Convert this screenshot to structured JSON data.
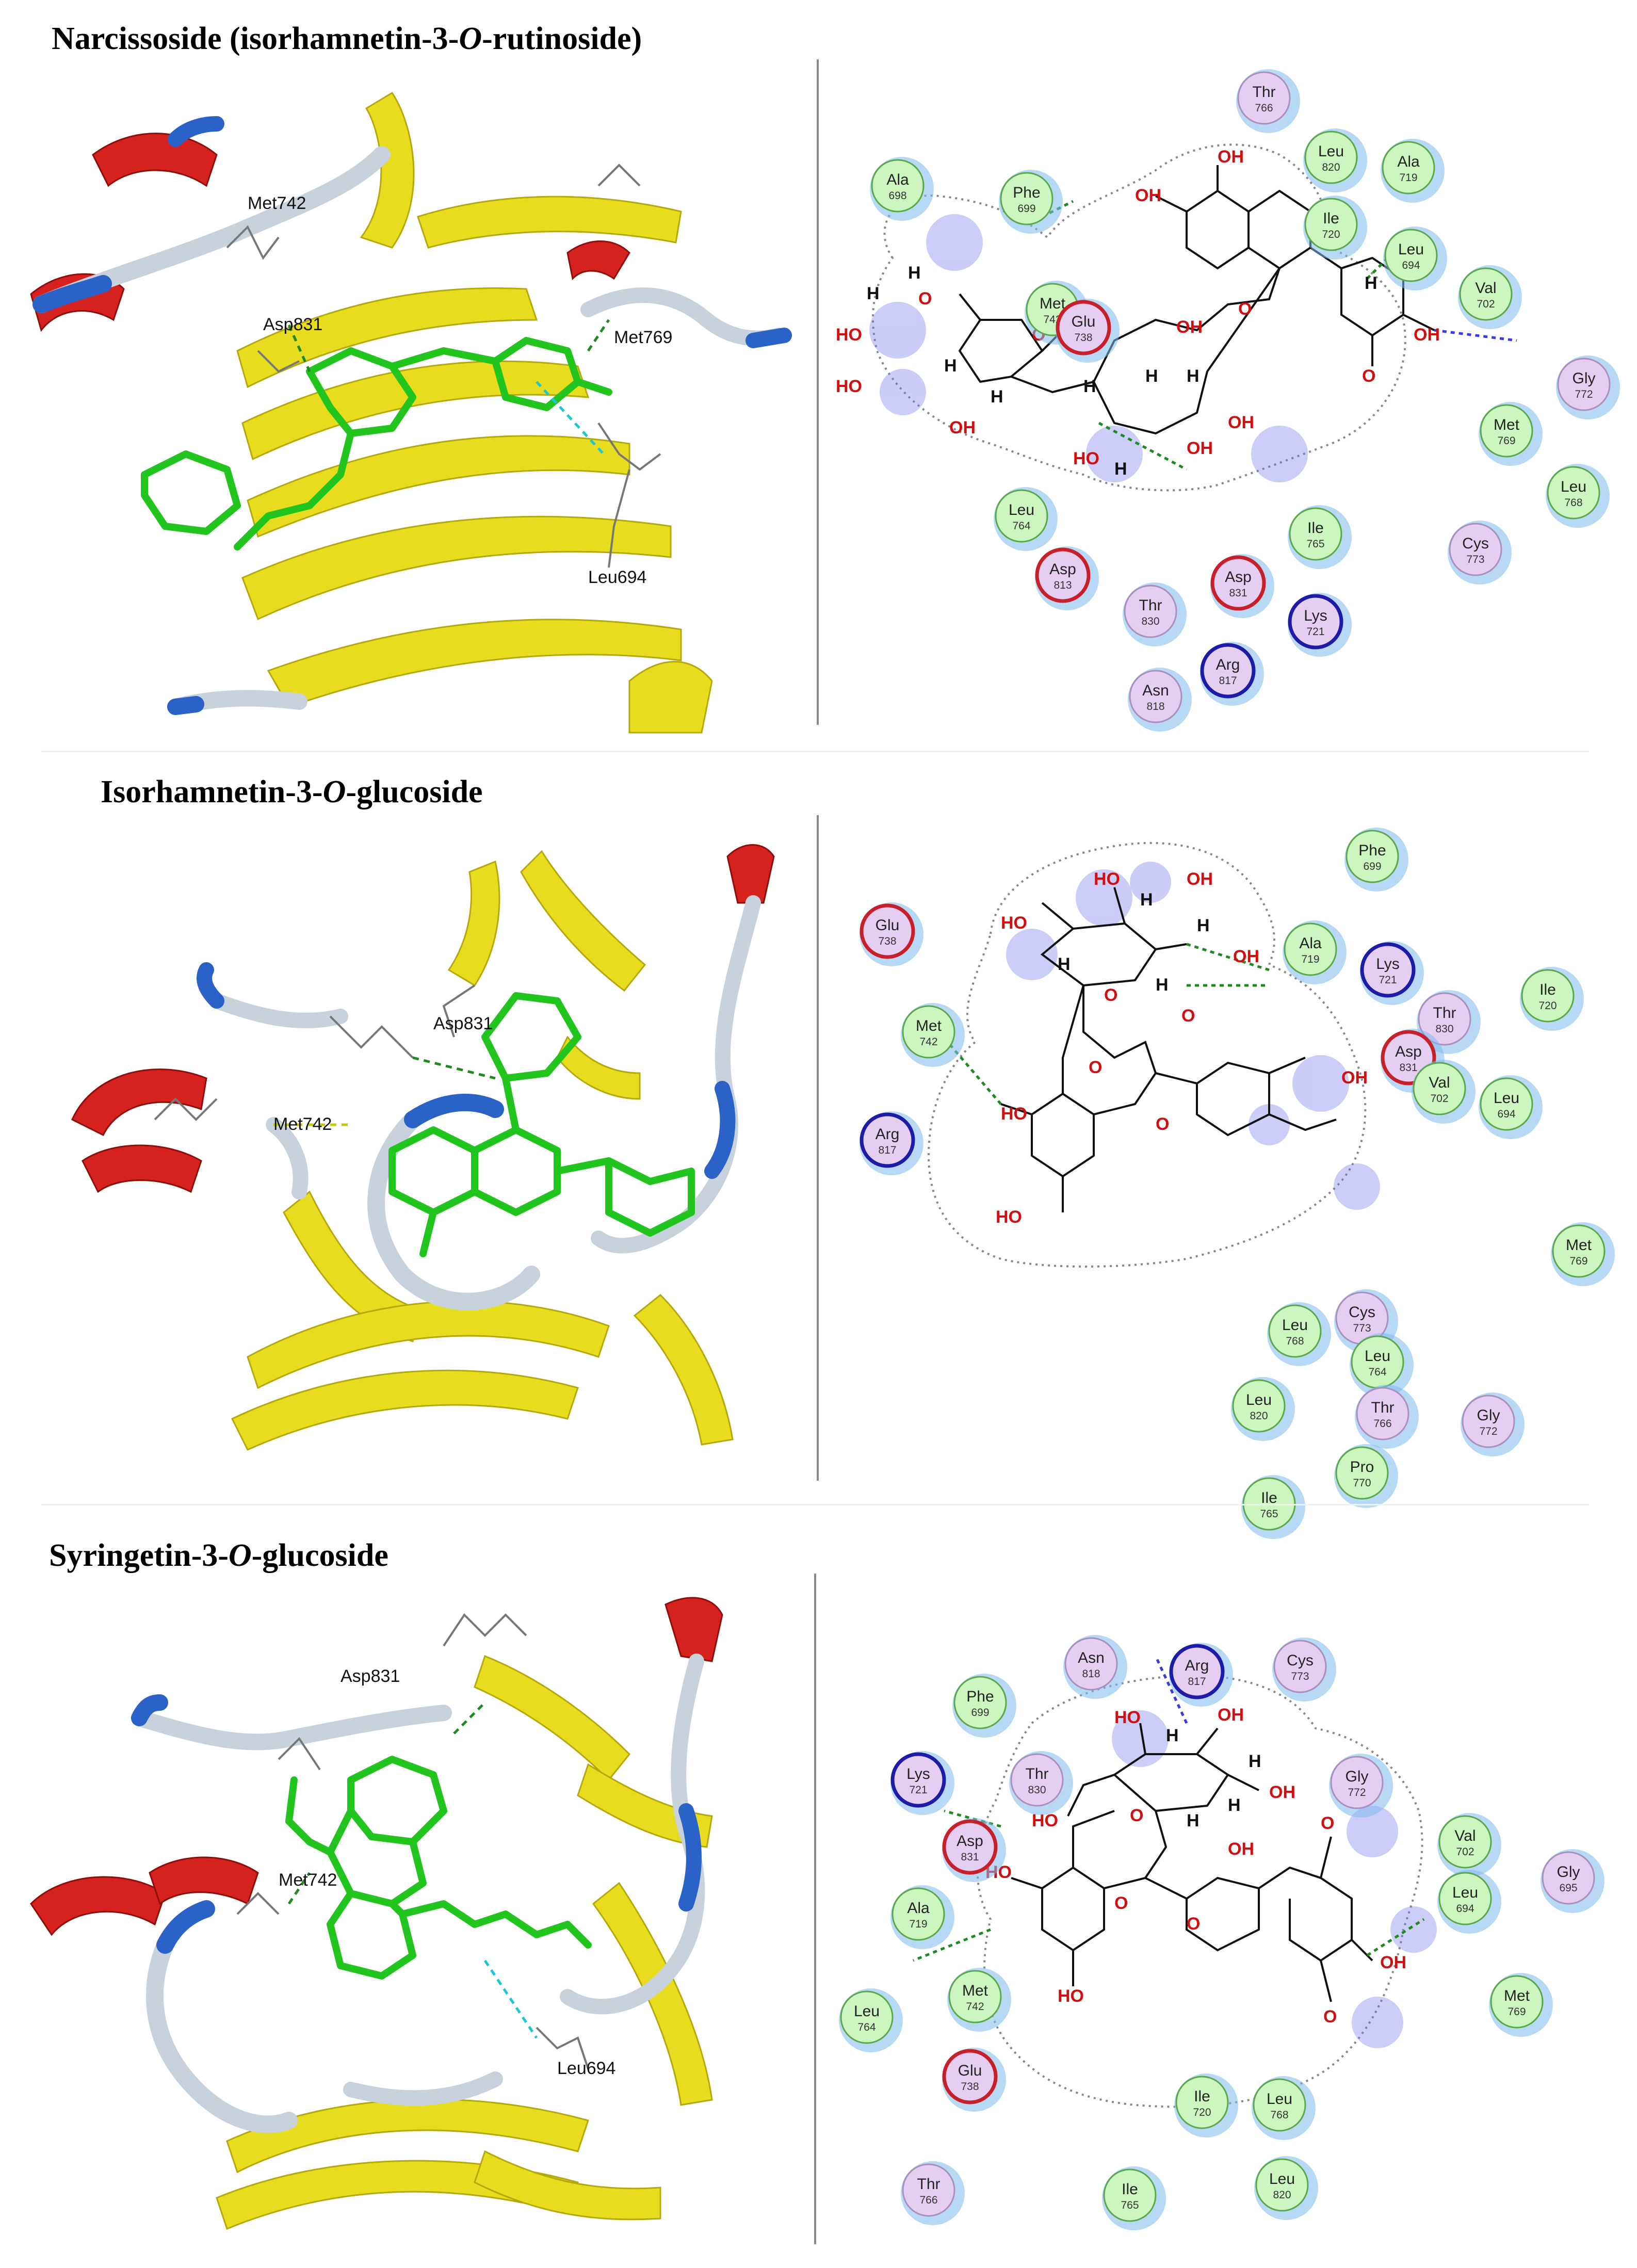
{
  "panels": [
    {
      "id": "narcissoside",
      "title_main": "Narcissoside (isorhamnetin-3-",
      "title_o": "O",
      "title_end": "-rutinoside)",
      "labels3d": [
        "Met742",
        "Asp831",
        "Met769",
        "Leu694"
      ],
      "residues": [
        {
          "name": "Thr",
          "num": "766",
          "type": "polar"
        },
        {
          "name": "Leu",
          "num": "820",
          "type": "hydrophobic"
        },
        {
          "name": "Ala",
          "num": "719",
          "type": "hydrophobic"
        },
        {
          "name": "Ala",
          "num": "698",
          "type": "hydrophobic"
        },
        {
          "name": "Phe",
          "num": "699",
          "type": "hydrophobic"
        },
        {
          "name": "Ile",
          "num": "720",
          "type": "hydrophobic"
        },
        {
          "name": "Leu",
          "num": "694",
          "type": "hydrophobic"
        },
        {
          "name": "Val",
          "num": "702",
          "type": "hydrophobic"
        },
        {
          "name": "Met",
          "num": "742",
          "type": "hydrophobic"
        },
        {
          "name": "Glu",
          "num": "738",
          "type": "negative"
        },
        {
          "name": "Gly",
          "num": "772",
          "type": "polar"
        },
        {
          "name": "Met",
          "num": "769",
          "type": "hydrophobic"
        },
        {
          "name": "Leu",
          "num": "768",
          "type": "hydrophobic"
        },
        {
          "name": "Leu",
          "num": "764",
          "type": "hydrophobic"
        },
        {
          "name": "Ile",
          "num": "765",
          "type": "hydrophobic"
        },
        {
          "name": "Cys",
          "num": "773",
          "type": "polar"
        },
        {
          "name": "Asp",
          "num": "813",
          "type": "negative"
        },
        {
          "name": "Asp",
          "num": "831",
          "type": "negative"
        },
        {
          "name": "Thr",
          "num": "830",
          "type": "polar"
        },
        {
          "name": "Lys",
          "num": "721",
          "type": "positive"
        },
        {
          "name": "Arg",
          "num": "817",
          "type": "positive"
        },
        {
          "name": "Asn",
          "num": "818",
          "type": "polar"
        }
      ],
      "atoms": [
        "OH",
        "O",
        "OH",
        "HO",
        "O",
        "H",
        "H",
        "HO",
        "H",
        "OH",
        "H",
        "HO",
        "H",
        "OH",
        "H",
        "O",
        "H",
        "O",
        "H",
        "H",
        "H",
        "OH",
        "O",
        "OH",
        "OH"
      ]
    },
    {
      "id": "isorhamnetin",
      "title_main": "Isorhamnetin-3-",
      "title_o": "O",
      "title_end": "-glucoside",
      "labels3d": [
        "Asp831",
        "Met742"
      ],
      "residues": [
        {
          "name": "Phe",
          "num": "699",
          "type": "hydrophobic"
        },
        {
          "name": "Glu",
          "num": "738",
          "type": "negative"
        },
        {
          "name": "Ala",
          "num": "719",
          "type": "hydrophobic"
        },
        {
          "name": "Lys",
          "num": "721",
          "type": "positive"
        },
        {
          "name": "Ile",
          "num": "720",
          "type": "hydrophobic"
        },
        {
          "name": "Thr",
          "num": "830",
          "type": "polar"
        },
        {
          "name": "Met",
          "num": "742",
          "type": "hydrophobic"
        },
        {
          "name": "Asp",
          "num": "831",
          "type": "negative"
        },
        {
          "name": "Val",
          "num": "702",
          "type": "hydrophobic"
        },
        {
          "name": "Leu",
          "num": "694",
          "type": "hydrophobic"
        },
        {
          "name": "Arg",
          "num": "817",
          "type": "positive"
        },
        {
          "name": "Met",
          "num": "769",
          "type": "hydrophobic"
        },
        {
          "name": "Cys",
          "num": "773",
          "type": "polar"
        },
        {
          "name": "Leu",
          "num": "768",
          "type": "hydrophobic"
        },
        {
          "name": "Leu",
          "num": "764",
          "type": "hydrophobic"
        },
        {
          "name": "Leu",
          "num": "820",
          "type": "hydrophobic"
        },
        {
          "name": "Thr",
          "num": "766",
          "type": "polar"
        },
        {
          "name": "Gly",
          "num": "772",
          "type": "polar"
        },
        {
          "name": "Pro",
          "num": "770",
          "type": "hydrophobic"
        },
        {
          "name": "Ile",
          "num": "765",
          "type": "hydrophobic"
        }
      ],
      "atoms": [
        "HO",
        "H",
        "OH",
        "HO",
        "H",
        "H",
        "OH",
        "H",
        "O",
        "O",
        "HO",
        "O",
        "OH",
        "O",
        "HO"
      ]
    },
    {
      "id": "syringetin",
      "title_main": "Syringetin-3-",
      "title_o": "O",
      "title_end": "-glucoside",
      "labels3d": [
        "Asp831",
        "Met742",
        "Leu694"
      ],
      "residues": [
        {
          "name": "Asn",
          "num": "818",
          "type": "polar"
        },
        {
          "name": "Arg",
          "num": "817",
          "type": "positive"
        },
        {
          "name": "Cys",
          "num": "773",
          "type": "polar"
        },
        {
          "name": "Phe",
          "num": "699",
          "type": "hydrophobic"
        },
        {
          "name": "Lys",
          "num": "721",
          "type": "positive"
        },
        {
          "name": "Thr",
          "num": "830",
          "type": "polar"
        },
        {
          "name": "Gly",
          "num": "772",
          "type": "polar"
        },
        {
          "name": "Val",
          "num": "702",
          "type": "hydrophobic"
        },
        {
          "name": "Asp",
          "num": "831",
          "type": "negative"
        },
        {
          "name": "Gly",
          "num": "695",
          "type": "polar"
        },
        {
          "name": "Leu",
          "num": "694",
          "type": "hydrophobic"
        },
        {
          "name": "Ala",
          "num": "719",
          "type": "hydrophobic"
        },
        {
          "name": "Met",
          "num": "742",
          "type": "hydrophobic"
        },
        {
          "name": "Met",
          "num": "769",
          "type": "hydrophobic"
        },
        {
          "name": "Leu",
          "num": "764",
          "type": "hydrophobic"
        },
        {
          "name": "Glu",
          "num": "738",
          "type": "negative"
        },
        {
          "name": "Ile",
          "num": "720",
          "type": "hydrophobic"
        },
        {
          "name": "Leu",
          "num": "768",
          "type": "hydrophobic"
        },
        {
          "name": "Thr",
          "num": "766",
          "type": "polar"
        },
        {
          "name": "Ile",
          "num": "765",
          "type": "hydrophobic"
        },
        {
          "name": "Leu",
          "num": "820",
          "type": "hydrophobic"
        }
      ],
      "atoms": [
        "HO",
        "H",
        "OH",
        "H",
        "OH",
        "H",
        "HO",
        "OH",
        "O",
        "H",
        "O",
        "O",
        "O",
        "HO",
        "OH",
        "O",
        "HO"
      ]
    }
  ],
  "colors": {
    "hydrophobic_fill": "#cdf5c0",
    "hydrophobic_stroke": "#5aa84a",
    "polar_fill": "#e6cdf2",
    "polar_stroke": "#a98fbb",
    "negative_stroke": "#c8202a",
    "positive_stroke": "#1c1ca8",
    "exposure_halo": "#7db9ec",
    "ligand_exposure": "#7070f0",
    "hbond": "#1f8a1f",
    "arrow_blue": "#3a3ae0",
    "ribbon_yellow": "#e8dc1e",
    "helix_red": "#d6221e",
    "coil_grey": "#c8d2dc",
    "coil_blue": "#2b62c8",
    "ligand_green": "#22c41e"
  }
}
